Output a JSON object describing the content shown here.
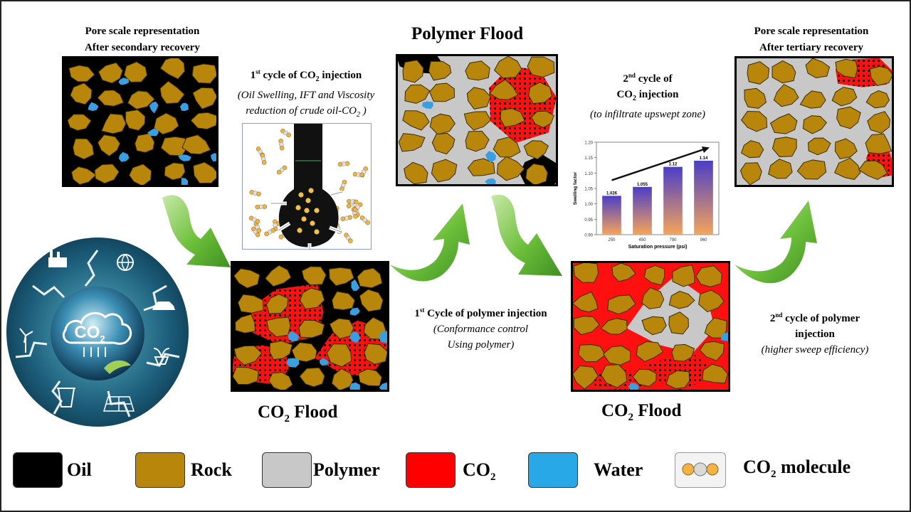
{
  "labels": {
    "pore_secondary_line1": "Pore scale representation",
    "pore_secondary_line2": "After secondary recovery",
    "pore_tertiary_line1": "Pore scale representation",
    "pore_tertiary_line2": "After tertiary recovery",
    "polymer_flood_title": "Polymer Flood",
    "co2_flood_prefix": "CO",
    "co2_flood_sub": "2",
    "co2_flood_suffix": " Flood",
    "co2_cycle1_ordinal": "1",
    "co2_cycle1_sup": "st",
    "co2_cycle1_title": " cycle of CO",
    "co2_cycle1_title_sub": "2",
    "co2_cycle1_title_end": " injection",
    "co2_cycle1_detail1": "(Oil Swelling, IFT  and Viscosity",
    "co2_cycle1_detail2": "reduction of crude oil-CO",
    "co2_cycle1_detail2_sub": "2",
    "co2_cycle1_detail2_end": " )",
    "co2_cycle2_ordinal": "2",
    "co2_cycle2_sup": "nd",
    "co2_cycle2_title1": " cycle of",
    "co2_cycle2_title2": "CO",
    "co2_cycle2_title2_sub": "2",
    "co2_cycle2_title2_end": " injection",
    "co2_cycle2_detail": "(to infiltrate upswept zone)",
    "poly_cycle1_ordinal": "1",
    "poly_cycle1_sup": "st",
    "poly_cycle1_title": "  Cycle of polymer injection",
    "poly_cycle1_detail1": "(Conformance control",
    "poly_cycle1_detail2": "Using polymer)",
    "poly_cycle2_ordinal": "2",
    "poly_cycle2_sup": "nd",
    "poly_cycle2_title1": "  cycle of polymer",
    "poly_cycle2_title2": "injection",
    "poly_cycle2_detail": "(higher sweep efficiency)",
    "co2_globe_text": "CO",
    "co2_globe_sub": "2"
  },
  "legend": [
    {
      "label": "Oil",
      "color": "#000000"
    },
    {
      "label": "Rock",
      "color": "#b8860b"
    },
    {
      "label": "Polymer",
      "color": "#c8c8c8"
    },
    {
      "label": "CO",
      "sub": "2",
      "color": "#ff0000"
    },
    {
      "label": "Water",
      "color": "#29a8e8"
    },
    {
      "label": "CO",
      "sub": "2",
      "suffix": " molecule",
      "color": "#f3f3f3"
    }
  ],
  "colors": {
    "oil": "#000000",
    "rock": "#b8860b",
    "polymer": "#c8c8c8",
    "co2": "#ff1010",
    "water": "#3a9fe0",
    "arrow_green": "#6cbf3a"
  },
  "chart_data": {
    "type": "bar",
    "categories": [
      "250",
      "450",
      "790",
      "960"
    ],
    "values": [
      1.026,
      1.055,
      1.12,
      1.14
    ],
    "data_labels": [
      "1.026",
      "1.055",
      "1.12",
      "1.14"
    ],
    "xlabel": "Saturation pressure (psi)",
    "ylabel": "Swelling factor",
    "ylim": [
      0.9,
      1.2
    ],
    "yticks": [
      "0.90",
      "0.95",
      "1.00",
      "1.05",
      "1.10",
      "1.15",
      "1.20"
    ],
    "bar_gradient": [
      "#4b3ec8",
      "#f5a45a"
    ]
  }
}
